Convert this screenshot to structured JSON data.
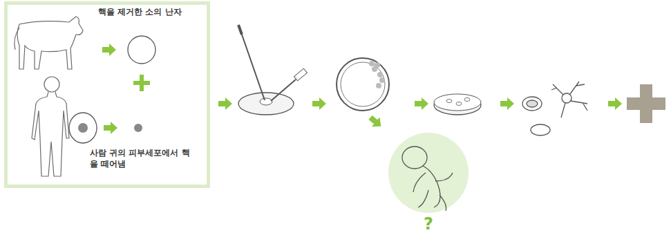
{
  "diagram": {
    "nodes": [
      {
        "text": [
          "핵을 제거한 소의 난자",
          "사람 귀의 피부세포에서 핵을 떼어냄"
        ]
      }
    ],
    "labels": [
      "?"
    ]
  }
}
